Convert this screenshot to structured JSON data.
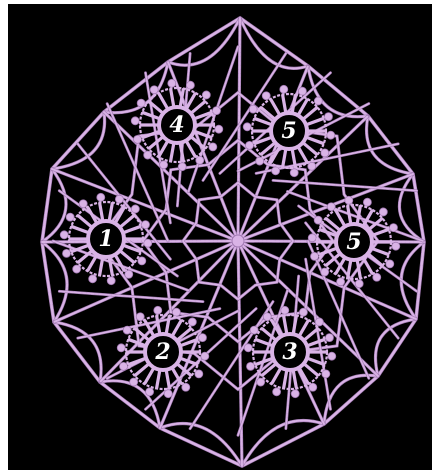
{
  "image": {
    "subject": "crochet-doily",
    "background_color": "#000000",
    "frame_color": "#ffffff",
    "thread_color": "#d9b3e6",
    "thread_shadow_color": "#a27ab3",
    "center_color": "#000000"
  },
  "motifs": [
    {
      "number": "1"
    },
    {
      "number": "2"
    },
    {
      "number": "3"
    },
    {
      "number": "4"
    },
    {
      "number": "5"
    },
    {
      "number": "5"
    }
  ]
}
